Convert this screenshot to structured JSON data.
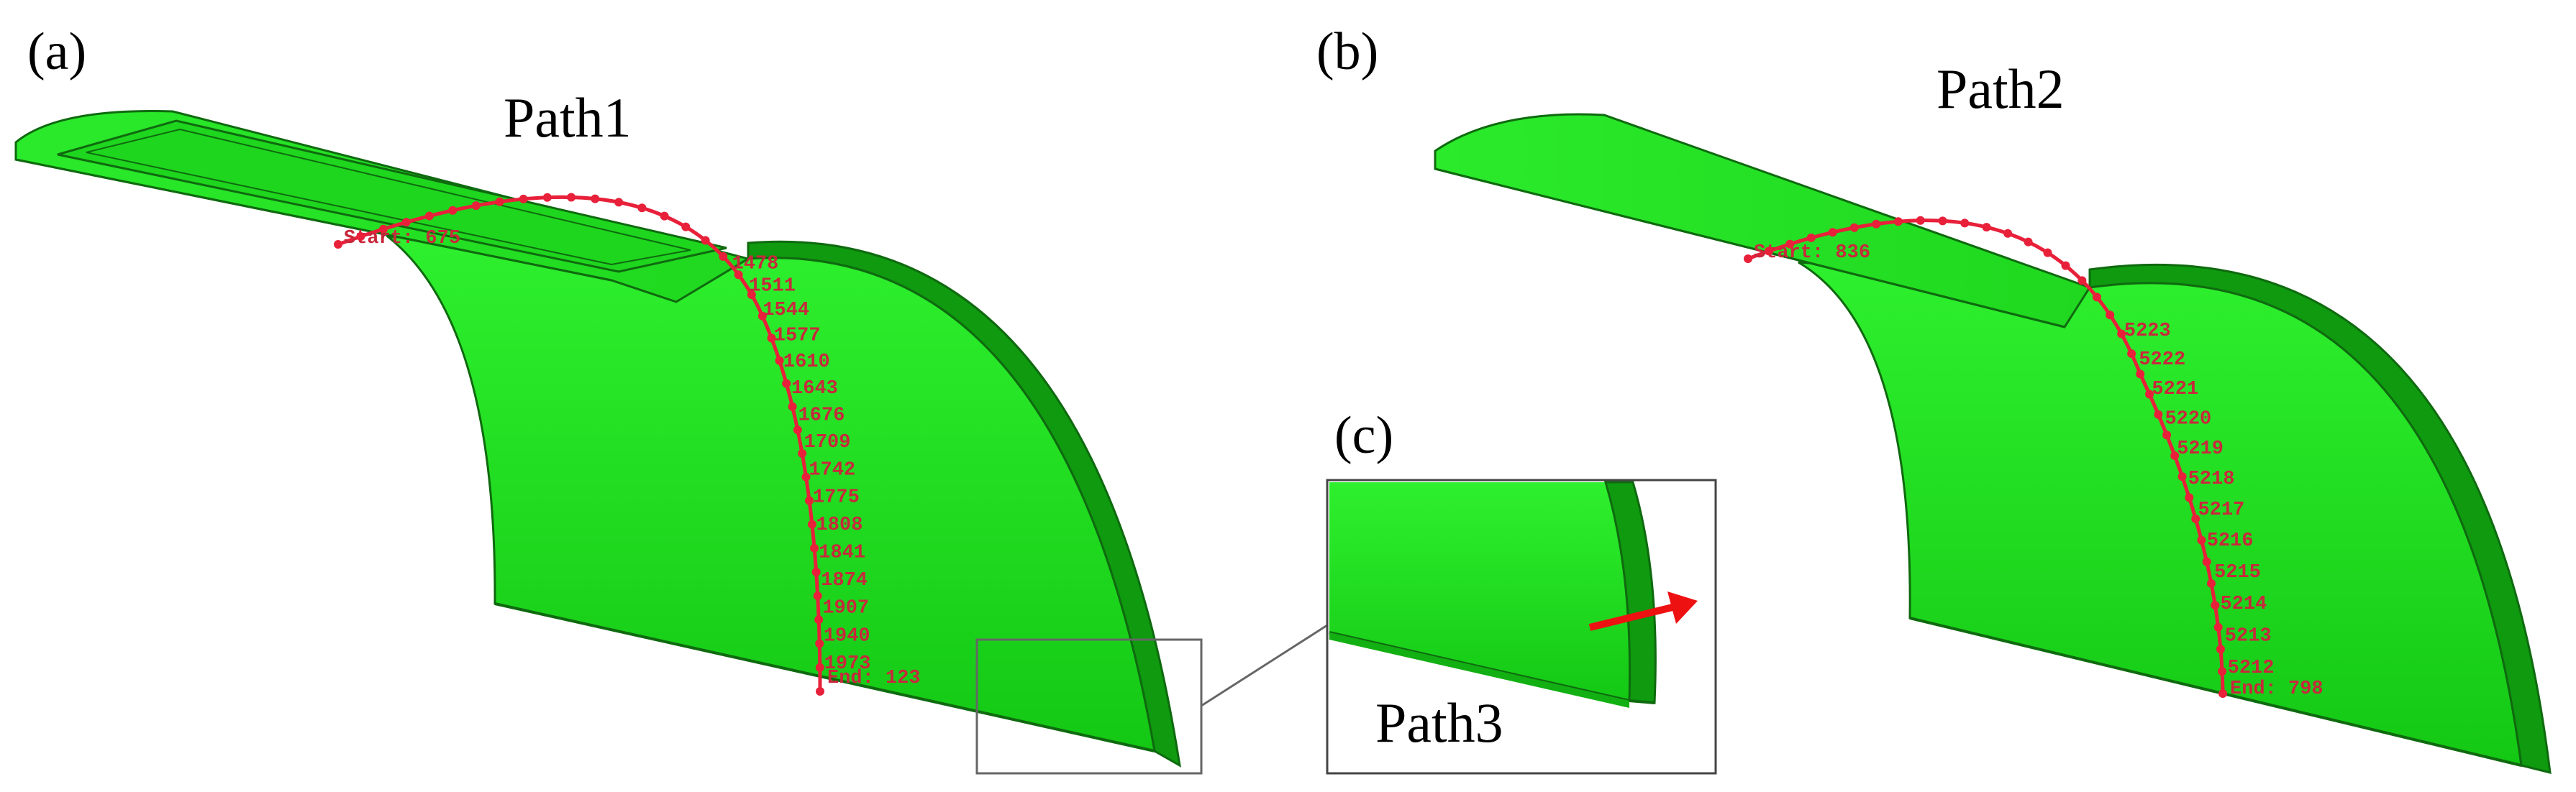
{
  "panels": {
    "a": {
      "label": "(a)",
      "title": "Path1"
    },
    "b": {
      "label": "(b)",
      "title": "Path2"
    },
    "c": {
      "label": "(c)",
      "title": "Path3"
    }
  },
  "path1": {
    "start_label": "Start: 675",
    "end_label": "End: 123",
    "node_labels": [
      "1478",
      "1511",
      "1544",
      "1577",
      "1610",
      "1643",
      "1676",
      "1709",
      "1742",
      "1775",
      "1808",
      "1841",
      "1874",
      "1907",
      "1940",
      "1973"
    ]
  },
  "path2": {
    "start_label": "Start: 836",
    "end_label": "End: 798",
    "node_labels": [
      "5223",
      "5222",
      "5221",
      "5220",
      "5219",
      "5218",
      "5217",
      "5216",
      "5215",
      "5214",
      "5213",
      "5212"
    ]
  },
  "colors": {
    "model_green": "#22e622",
    "model_edge": "#0f6a0f",
    "path_red": "#e8203a",
    "arrow_red": "#ee1111"
  }
}
